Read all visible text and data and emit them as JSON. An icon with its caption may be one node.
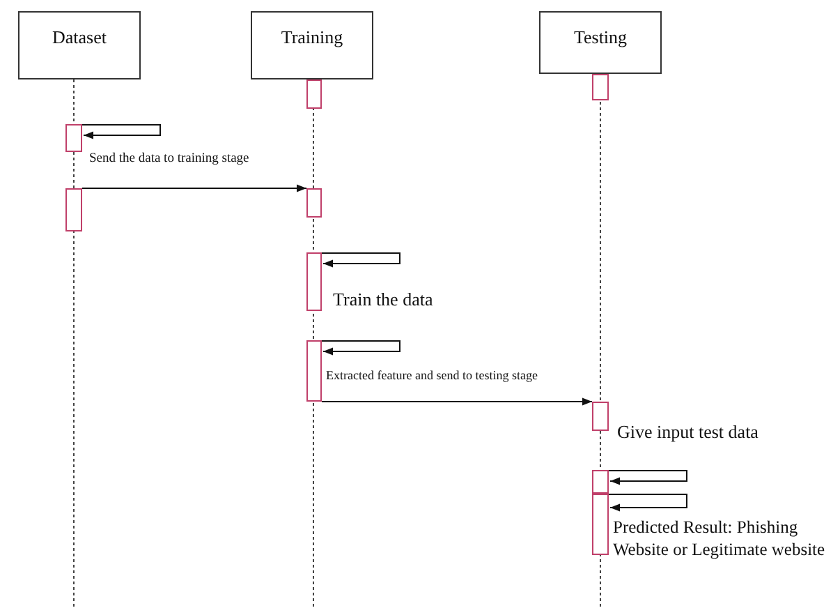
{
  "diagram": {
    "nodes": [
      {
        "text": [
          "Dataset"
        ]
      },
      {
        "text": [
          "Training"
        ]
      },
      {
        "text": [
          "Testing"
        ]
      },
      {
        "text": [],
        "shape": "bar"
      },
      {
        "text": [],
        "shape": "bar"
      },
      {
        "text": [],
        "shape": "bar"
      },
      {
        "text": [],
        "shape": "bar"
      },
      {
        "text": [],
        "shape": "bar",
        "beside": [
          "Train the data"
        ]
      },
      {
        "text": [],
        "shape": "bar"
      },
      {
        "text": [],
        "shape": "bar"
      },
      {
        "text": [],
        "shape": "bar",
        "beside": [
          "Give input test data"
        ]
      },
      {
        "text": [],
        "shape": "bar"
      },
      {
        "text": [],
        "shape": "bar",
        "beside": [
          "Predicted Result: Phishing Website or Legitimate website"
        ]
      }
    ],
    "edges": [
      {
        "from": 4,
        "to": 4,
        "arrow": "to"
      },
      {
        "from": 5,
        "to": 6,
        "arrow": "to",
        "label": "Send the data to training stage"
      },
      {
        "from": 7,
        "to": 7,
        "arrow": "to"
      },
      {
        "from": 8,
        "to": 8,
        "arrow": "to"
      },
      {
        "from": 8,
        "to": 10,
        "arrow": "to",
        "label": "Extracted feature and send to testing stage"
      },
      {
        "from": 11,
        "to": 11,
        "arrow": "to"
      },
      {
        "from": 12,
        "to": 12,
        "arrow": "to"
      }
    ]
  }
}
